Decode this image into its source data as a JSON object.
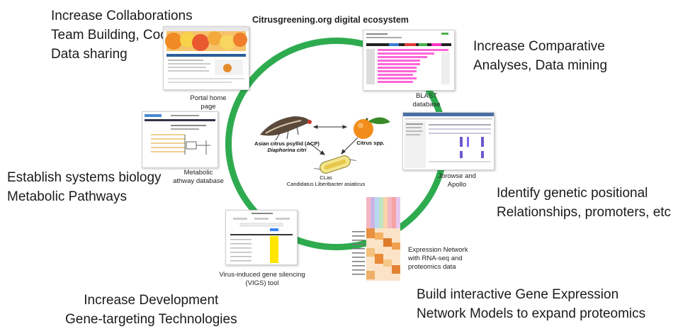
{
  "title": "Citrusgreening.org digital ecosystem",
  "outer_text": {
    "top_left": [
      "Increase Collaborations",
      "Team Building, Cooperation",
      "Data sharing"
    ],
    "top_right": [
      "Increase Comparative",
      "Analyses, Data mining"
    ],
    "mid_left": [
      "Establish systems biology",
      "Metabolic Pathways"
    ],
    "mid_right": [
      "Identify genetic positional",
      "Relationships, promoters, etc"
    ],
    "bottom_left": [
      "Increase Development",
      "Gene-targeting Technologies"
    ],
    "bottom_right": [
      "Build interactive Gene Expression",
      "Network Models to expand proteomics"
    ]
  },
  "captions": {
    "portal": [
      "Portal home",
      "page"
    ],
    "blast": [
      "BLAST",
      "database"
    ],
    "jbrowse": [
      "Jbrowse and",
      "Apollo"
    ],
    "metabolic": [
      "Metabolic",
      "athway database"
    ],
    "vigs": [
      "Virus-induced gene silencing",
      "(VIGS) tool"
    ],
    "expression": [
      "Expression Network",
      "with RNA-seq and",
      "proteomics data"
    ]
  },
  "center": {
    "acp_line1": "Asian citrus psyllid (ACP)",
    "acp_line2": "Diaphorina citri",
    "citrus": "Citrus spp.",
    "clas_line1": "CLas",
    "clas_line2": "Candidatus Liberibacter asiaticus"
  },
  "colors": {
    "ring": "#2eab4f"
  }
}
